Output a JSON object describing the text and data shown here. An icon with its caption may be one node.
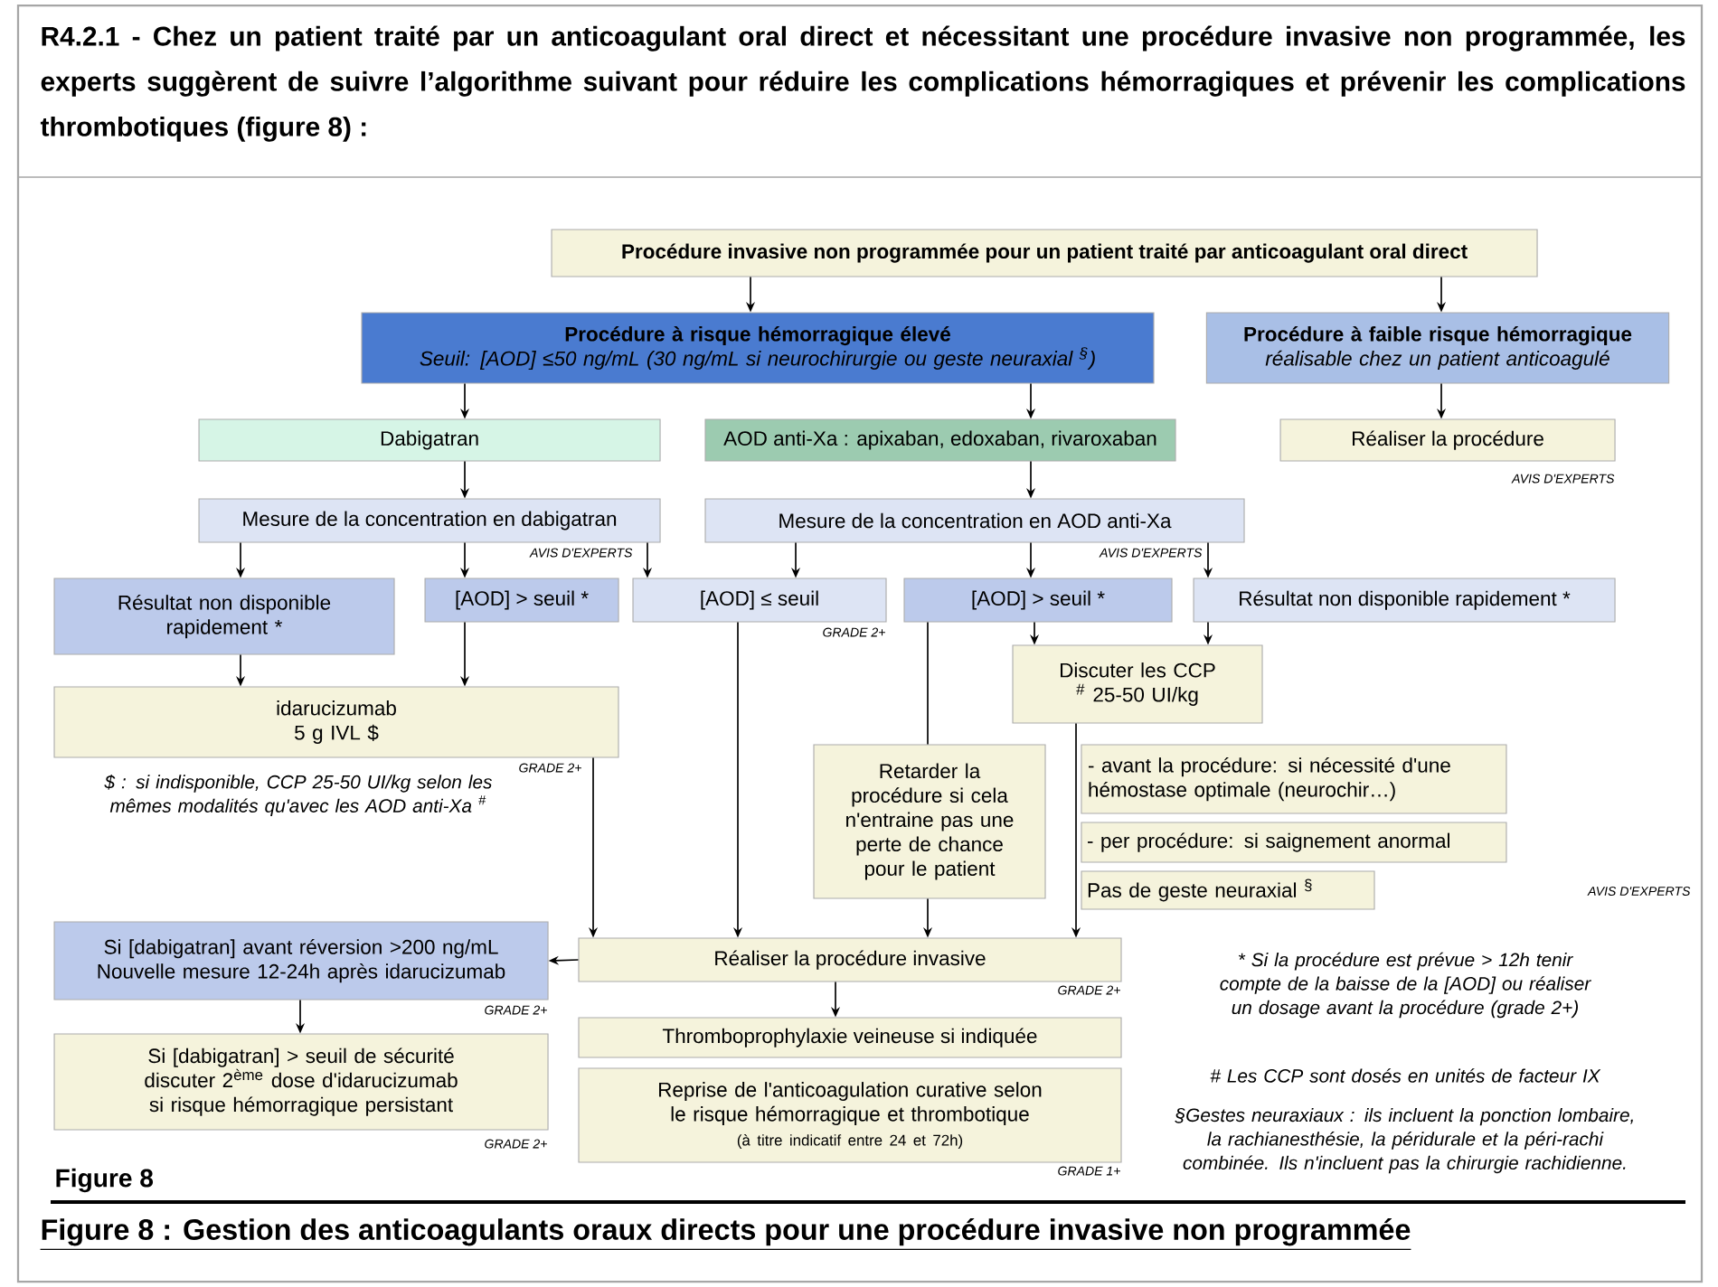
{
  "diagram": {
    "title": "R4.2.1 - Chez un patient traité par un anticoagulant oral direct et nécessitant une procédure invasive non programmée, les experts suggèrent de suivre l’algorithme suivant pour réduire les complications hémorragiques et prévenir les complications thrombotiques (figure 8) :",
    "caption": "Figure 8 : Gestion des anticoagulants oraux directs pour une procédure invasive non programmée",
    "nodes": [
      {
        "text": [
          "Procédure invasive non programmée pour un patient traité par anticoagulant oral direct"
        ]
      },
      {
        "text": [
          "Procédure à risque hémorragique élevé",
          "Seuil: [AOD] ≤50 ng/mL (30 ng/mL si neurochirurgie ou geste neuraxial $^{§}$)"
        ]
      },
      {
        "text": [
          "Procédure à faible risque hémorragique",
          "réalisable chez un patient anticoagulé"
        ]
      },
      {
        "text": [
          "Dabigatran"
        ]
      },
      {
        "text": [
          "AOD anti-Xa : apixaban, edoxaban, rivaroxaban"
        ]
      },
      {
        "text": [
          "Réaliser la procédure"
        ],
        "beside": [
          "AVIS D'EXPERTS"
        ]
      },
      {
        "text": [
          "Mesure de la concentration en dabigatran"
        ],
        "beside": [
          "AVIS D'EXPERTS"
        ]
      },
      {
        "text": [
          "Mesure de la concentration en AOD anti-Xa"
        ],
        "beside": [
          "AVIS D'EXPERTS"
        ]
      },
      {
        "text": [
          "Résultat non disponible rapidement *"
        ]
      },
      {
        "text": [
          "[AOD] > seuil *"
        ]
      },
      {
        "text": [
          "[AOD] ≤ seuil"
        ],
        "beside": [
          "GRADE 2+"
        ]
      },
      {
        "text": [
          "[AOD] > seuil *"
        ]
      },
      {
        "text": [
          "Résultat non disponible rapidement *"
        ]
      },
      {
        "text": [
          "idarucizumab 5 g IVL $"
        ],
        "beside": [
          "GRADE 2+"
        ]
      },
      {
        "text": [
          "Discuter les CCP $^{#}$ 25-50 UI/kg"
        ]
      },
      {
        "text": [
          "Retarder la procédure si cela n'entraine pas une perte de chance pour le patient"
        ]
      },
      {
        "text": [
          "- avant la procédure: si nécessité d'une hémostase optimale (neurochir…)"
        ]
      },
      {
        "text": [
          "- per procédure: si saignement anormal"
        ]
      },
      {
        "text": [
          "Pas de geste neuraxial $^{§}$"
        ]
      },
      {
        "text": [
          "Réaliser la procédure invasive"
        ],
        "beside": [
          "GRADE 2+"
        ]
      },
      {
        "text": [
          "Si [dabigatran] avant réversion >200 ng/mL Nouvelle mesure 12-24h après idarucizumab"
        ],
        "beside": [
          "GRADE 2+"
        ]
      },
      {
        "text": [
          "Si [dabigatran] > seuil de sécurité discuter 2$^{ème}$ dose d'idarucizumab si risque hémorragique persistant"
        ],
        "beside": [
          "GRADE 2+"
        ]
      },
      {
        "text": [
          "Thromboprophylaxie veineuse si indiquée"
        ]
      },
      {
        "text": [
          "Reprise de l'anticoagulation curative selon le risque hémorragique et thrombotique",
          "(à titre indicatif entre 24 et 72h)"
        ],
        "beside": [
          "GRADE 1+"
        ]
      }
    ],
    "edges": [
      {
        "from": 0,
        "to": 1,
        "arrow": "to"
      },
      {
        "from": 0,
        "to": 2,
        "arrow": "to"
      },
      {
        "from": 1,
        "to": 3,
        "arrow": "to"
      },
      {
        "from": 1,
        "to": 4,
        "arrow": "to"
      },
      {
        "from": 2,
        "to": 5,
        "arrow": "to"
      },
      {
        "from": 3,
        "to": 6,
        "arrow": "to"
      },
      {
        "from": 4,
        "to": 7,
        "arrow": "to"
      },
      {
        "from": 6,
        "to": 8,
        "arrow": "to"
      },
      {
        "from": 6,
        "to": 9,
        "arrow": "to"
      },
      {
        "from": 6,
        "to": 10,
        "arrow": "to"
      },
      {
        "from": 7,
        "to": 10,
        "arrow": "to"
      },
      {
        "from": 7,
        "to": 11,
        "arrow": "to"
      },
      {
        "from": 7,
        "to": 12,
        "arrow": "to"
      },
      {
        "from": 8,
        "to": 13,
        "arrow": "to"
      },
      {
        "from": 9,
        "to": 13,
        "arrow": "to"
      },
      {
        "from": 11,
        "to": 14,
        "arrow": "to"
      },
      {
        "from": 12,
        "to": 14,
        "arrow": "to"
      },
      {
        "from": 11,
        "to": 15,
        "arrow": "none"
      },
      {
        "from": 13,
        "to": 19,
        "arrow": "to"
      },
      {
        "from": 10,
        "to": 19,
        "arrow": "to"
      },
      {
        "from": 15,
        "to": 19,
        "arrow": "to"
      },
      {
        "from": 14,
        "to": 19,
        "arrow": "to"
      },
      {
        "from": 19,
        "to": 20,
        "arrow": "to"
      },
      {
        "from": 20,
        "to": 21,
        "arrow": "to"
      },
      {
        "from": 19,
        "to": 22,
        "arrow": "to"
      }
    ],
    "labels": [
      "$ : si indisponible, CCP 25-50 UI/kg selon les mêmes modalités qu'avec les AOD anti-Xa $^{#}$",
      "AVIS D'EXPERTS",
      "* Si la procédure est prévue > 12h tenir compte de la baisse de la [AOD] ou réaliser un dosage avant la procédure (grade 2+)",
      "# Les CCP sont dosés en unités de facteur IX",
      "§Gestes neuraxiaux : ils incluent la ponction lombaire, la rachianesthésie, la péridurale et la péri-rachi combinée. Ils n'incluent pas la chirurgie rachidienne.",
      "Figure 8"
    ]
  }
}
